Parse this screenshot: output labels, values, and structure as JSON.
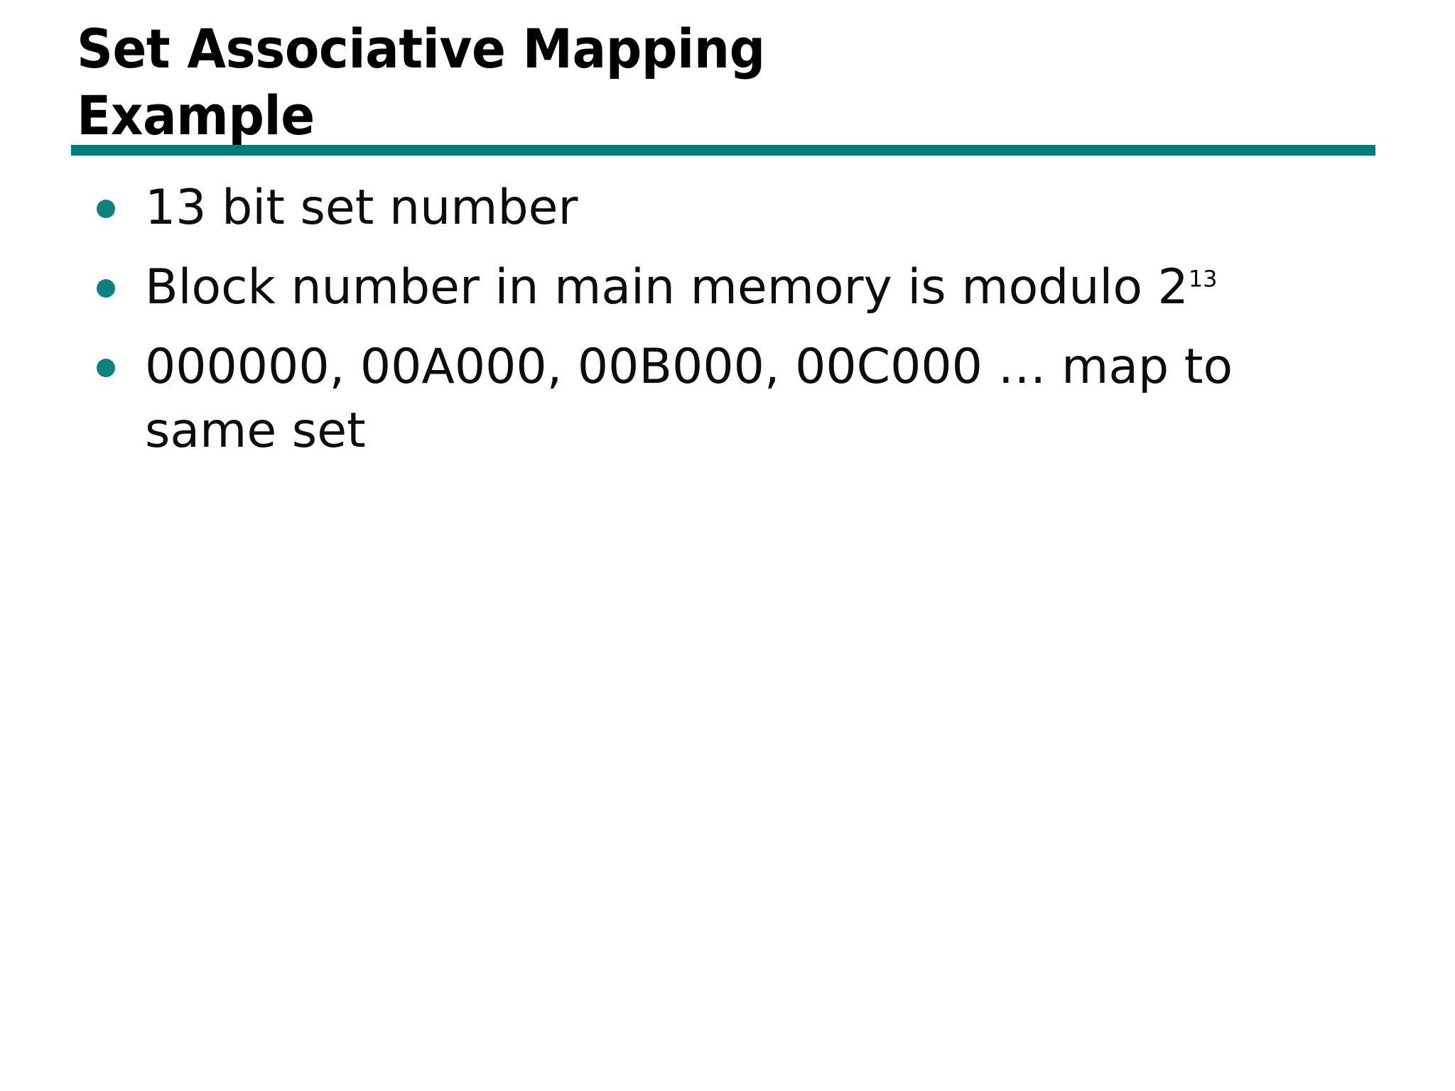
{
  "slide": {
    "title": "Set Associative Mapping\nExample",
    "title_line_1": "Set Associative Mapping",
    "title_line_2": "Example",
    "rule_color": "#047B7B",
    "bullet_color": "#0d8080",
    "background_color": "#ffffff",
    "text_color": "#0d0d0d",
    "bullets": [
      {
        "text": "13 bit set number",
        "has_superscript": false
      },
      {
        "text": "Block number in main memory is modulo 2",
        "base": "Block number in main memory is modulo 2",
        "superscript": "13",
        "has_superscript": true
      },
      {
        "text": "000000, 00A000, 00B000, 00C000 … map to same set",
        "has_superscript": false
      }
    ]
  }
}
